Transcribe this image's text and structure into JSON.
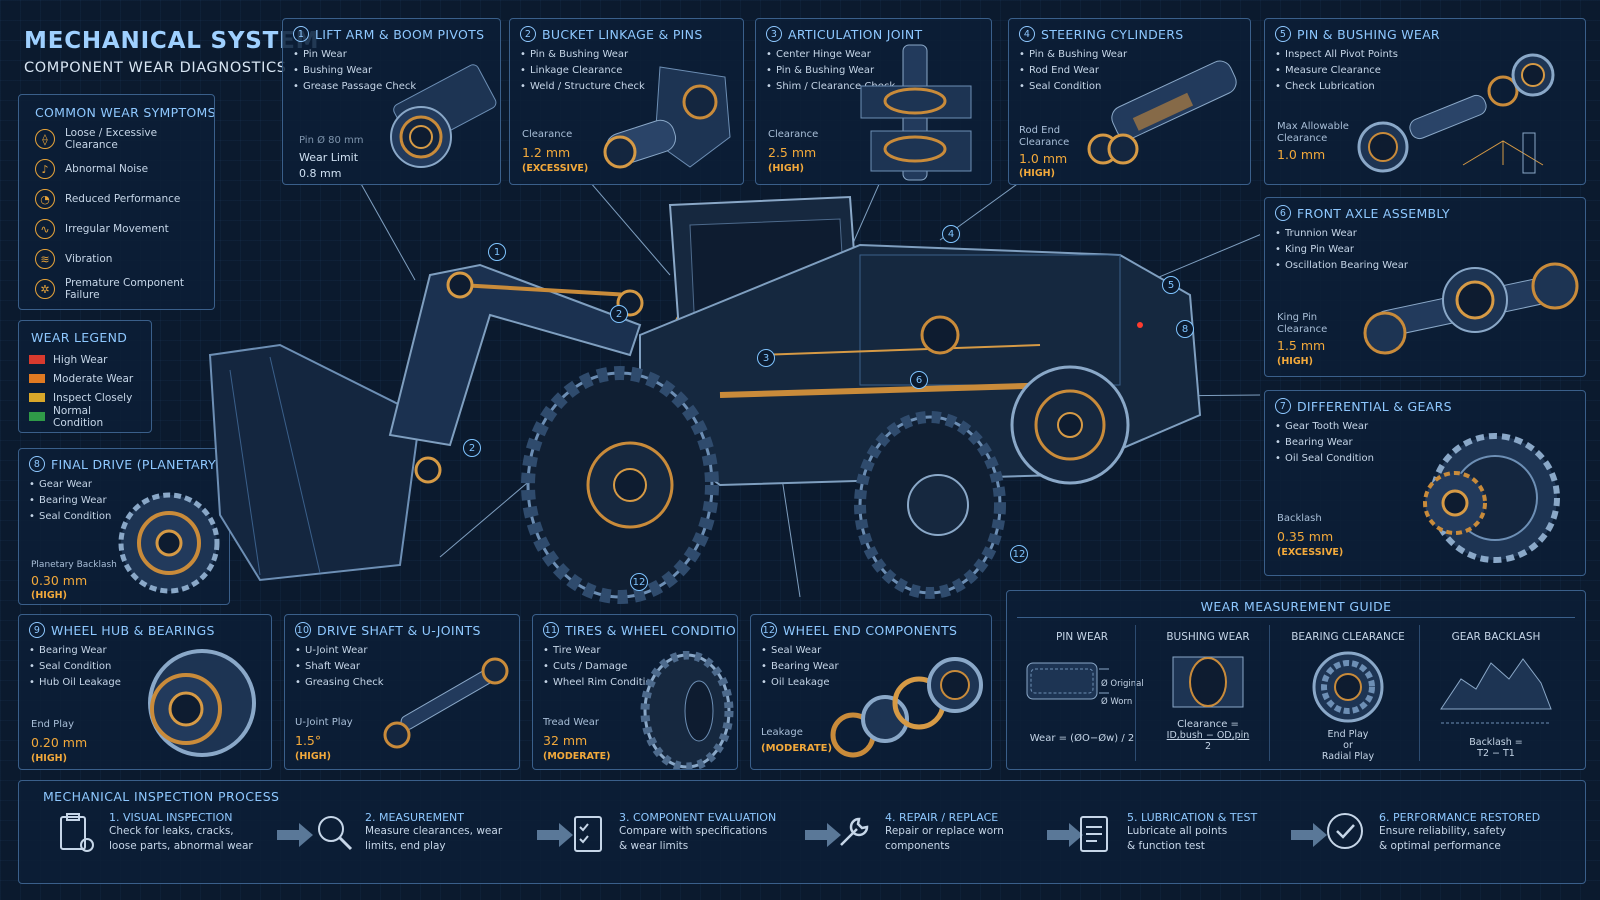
{
  "header": {
    "title": "MECHANICAL SYSTEM",
    "subtitle": "COMPONENT WEAR DIAGNOSTICS"
  },
  "symptoms": {
    "title": "COMMON WEAR SYMPTOMS",
    "items": [
      "Loose / Excessive Clearance",
      "Abnormal Noise",
      "Reduced Performance",
      "Irregular Movement",
      "Vibration",
      "Premature Component Failure"
    ]
  },
  "legend": {
    "title": "WEAR LEGEND",
    "items": [
      {
        "label": "High Wear",
        "color": "#d83a2e"
      },
      {
        "label": "Moderate Wear",
        "color": "#e07a22"
      },
      {
        "label": "Inspect Closely",
        "color": "#d9a72a"
      },
      {
        "label": "Normal Condition",
        "color": "#2f9a48"
      }
    ]
  },
  "components": {
    "c1": {
      "num": "1",
      "title": "LIFT ARM & BOOM PIVOTS",
      "items": [
        "Pin Wear",
        "Bushing Wear",
        "Grease Passage Check"
      ],
      "label_a": "Pin Ø 80 mm",
      "label_b": "Wear Limit",
      "value": "0.8 mm",
      "status": ""
    },
    "c2": {
      "num": "2",
      "title": "BUCKET LINKAGE & PINS",
      "items": [
        "Pin & Bushing Wear",
        "Linkage Clearance",
        "Weld / Structure Check"
      ],
      "label": "Clearance",
      "value": "1.2 mm",
      "status": "(EXCESSIVE)"
    },
    "c3": {
      "num": "3",
      "title": "ARTICULATION JOINT",
      "items": [
        "Center Hinge Wear",
        "Pin & Bushing Wear",
        "Shim / Clearance Check"
      ],
      "label": "Clearance",
      "value": "2.5 mm",
      "status": "(HIGH)"
    },
    "c4": {
      "num": "4",
      "title": "STEERING CYLINDERS",
      "items": [
        "Pin & Bushing Wear",
        "Rod End Wear",
        "Seal Condition"
      ],
      "label_a": "Rod End",
      "label_b": "Clearance",
      "value": "1.0 mm",
      "status": "(HIGH)"
    },
    "c5": {
      "num": "5",
      "title": "PIN & BUSHING WEAR",
      "items": [
        "Inspect All Pivot Points",
        "Measure Clearance",
        "Check Lubrication"
      ],
      "label_a": "Max Allowable",
      "label_b": "Clearance",
      "value": "1.0 mm",
      "status": ""
    },
    "c6": {
      "num": "6",
      "title": "FRONT AXLE ASSEMBLY",
      "items": [
        "Trunnion Wear",
        "King Pin Wear",
        "Oscillation Bearing Wear"
      ],
      "label_a": "King Pin",
      "label_b": "Clearance",
      "value": "1.5 mm",
      "status": "(HIGH)"
    },
    "c7": {
      "num": "7",
      "title": "DIFFERENTIAL & GEARS",
      "items": [
        "Gear Tooth Wear",
        "Bearing Wear",
        "Oil Seal Condition"
      ],
      "label": "Backlash",
      "value": "0.35 mm",
      "status": "(EXCESSIVE)"
    },
    "c8": {
      "num": "8",
      "title": "FINAL DRIVE (PLANETARY)",
      "items": [
        "Gear Wear",
        "Bearing Wear",
        "Seal Condition"
      ],
      "label": "Planetary Backlash",
      "value": "0.30 mm",
      "status": "(HIGH)"
    },
    "c9": {
      "num": "9",
      "title": "WHEEL HUB & BEARINGS",
      "items": [
        "Bearing Wear",
        "Seal Condition",
        "Hub Oil Leakage"
      ],
      "label": "End Play",
      "value": "0.20 mm",
      "status": "(HIGH)"
    },
    "c10": {
      "num": "10",
      "title": "DRIVE SHAFT & U-JOINTS",
      "items": [
        "U-Joint Wear",
        "Shaft Wear",
        "Greasing Check"
      ],
      "label": "U-Joint Play",
      "value": "1.5°",
      "status": "(HIGH)"
    },
    "c11": {
      "num": "11",
      "title": "TIRES & WHEEL CONDITION",
      "items": [
        "Tire Wear",
        "Cuts / Damage",
        "Wheel Rim Condition"
      ],
      "label": "Tread Wear",
      "value": "32 mm",
      "status": "(MODERATE)"
    },
    "c12": {
      "num": "12",
      "title": "WHEEL END COMPONENTS",
      "items": [
        "Seal Wear",
        "Bearing Wear",
        "Oil Leakage"
      ],
      "label": "Leakage",
      "value": "",
      "status": "(MODERATE)"
    }
  },
  "callouts": [
    "1",
    "2",
    "3",
    "4",
    "5",
    "6",
    "8",
    "2",
    "12",
    "12"
  ],
  "guide": {
    "title": "WEAR MEASUREMENT GUIDE",
    "cols": [
      {
        "head": "PIN WEAR",
        "f1": "Ø Original",
        "f2": "Ø Worn",
        "formula": "Wear = (ØO−Øw) / 2"
      },
      {
        "head": "BUSHING WEAR",
        "f1": "Clearance =",
        "f2": "ID,bush  − OD,pin",
        "f3": "2"
      },
      {
        "head": "BEARING CLEARANCE",
        "f1": "End Play",
        "f2": "or",
        "f3": "Radial Play"
      },
      {
        "head": "GEAR BACKLASH",
        "f1": "Backlash =",
        "f2": "T2 − T1"
      }
    ]
  },
  "process": {
    "title": "MECHANICAL INSPECTION PROCESS",
    "steps": [
      {
        "title": "1. VISUAL INSPECTION",
        "l1": "Check for leaks, cracks,",
        "l2": "loose parts, abnormal wear"
      },
      {
        "title": "2. MEASUREMENT",
        "l1": "Measure clearances, wear",
        "l2": "limits, end play"
      },
      {
        "title": "3. COMPONENT EVALUATION",
        "l1": "Compare with specifications",
        "l2": "& wear limits"
      },
      {
        "title": "4. REPAIR / REPLACE",
        "l1": "Repair or replace worn",
        "l2": "components"
      },
      {
        "title": "5. LUBRICATION & TEST",
        "l1": "Lubricate all points",
        "l2": "& function test"
      },
      {
        "title": "6. PERFORMANCE RESTORED",
        "l1": "Ensure reliability, safety",
        "l2": "& optimal performance"
      }
    ]
  },
  "colors": {
    "accent": "#8ec8ff",
    "warning": "#f2a93b",
    "metal": "#c98b3a"
  }
}
